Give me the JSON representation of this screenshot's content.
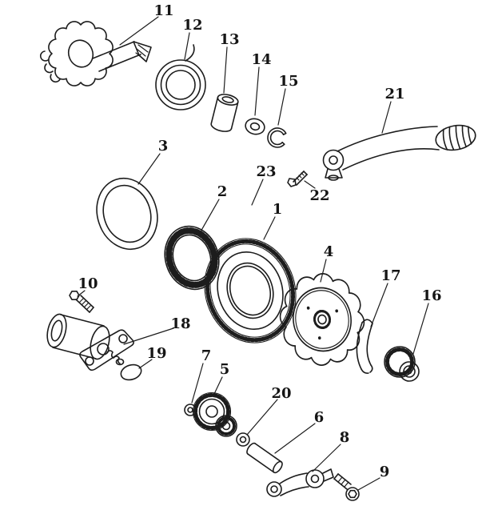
{
  "diagram": {
    "kind": "exploded-parts-diagram",
    "background_color": "#ffffff",
    "ink_color": "#1c1c1c",
    "labels": [
      {
        "num": "1"
      },
      {
        "num": "2"
      },
      {
        "num": "3"
      },
      {
        "num": "4"
      },
      {
        "num": "5"
      },
      {
        "num": "6"
      },
      {
        "num": "7"
      },
      {
        "num": "8"
      },
      {
        "num": "9"
      },
      {
        "num": "10"
      },
      {
        "num": "11"
      },
      {
        "num": "12"
      },
      {
        "num": "13"
      },
      {
        "num": "14"
      },
      {
        "num": "15"
      },
      {
        "num": "16"
      },
      {
        "num": "17"
      },
      {
        "num": "18"
      },
      {
        "num": "19"
      },
      {
        "num": "20"
      },
      {
        "num": "21"
      },
      {
        "num": "22"
      },
      {
        "num": "23"
      }
    ]
  }
}
